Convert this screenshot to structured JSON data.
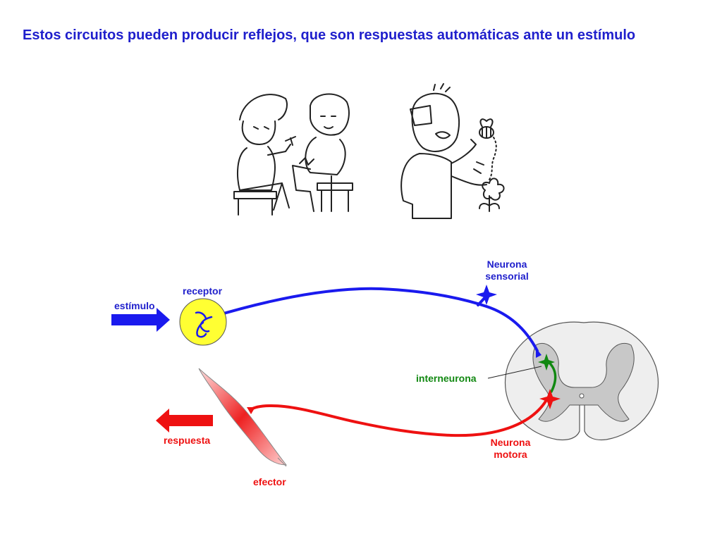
{
  "title": "Estos circuitos pueden producir reflejos, que son respuestas automáticas ante un estímulo",
  "labels": {
    "estimulo": "estímulo",
    "receptor": "receptor",
    "neurona_sensorial_1": "Neurona",
    "neurona_sensorial_2": "sensorial",
    "interneurona": "interneurona",
    "neurona_motora_1": "Neurona",
    "neurona_motora_2": "motora",
    "respuesta": "respuesta",
    "efector": "efector"
  },
  "colors": {
    "title": "#1f1fcc",
    "sensory": "#1a1aee",
    "motor": "#ee1111",
    "interneuron": "#118811",
    "receptor_fill": "#ffff33",
    "gray_matter": "#c8c8c8",
    "white_matter": "#eeeeee"
  },
  "illustrations": [
    "knee-reflex-cartoon",
    "bee-sting-withdrawal-cartoon"
  ]
}
